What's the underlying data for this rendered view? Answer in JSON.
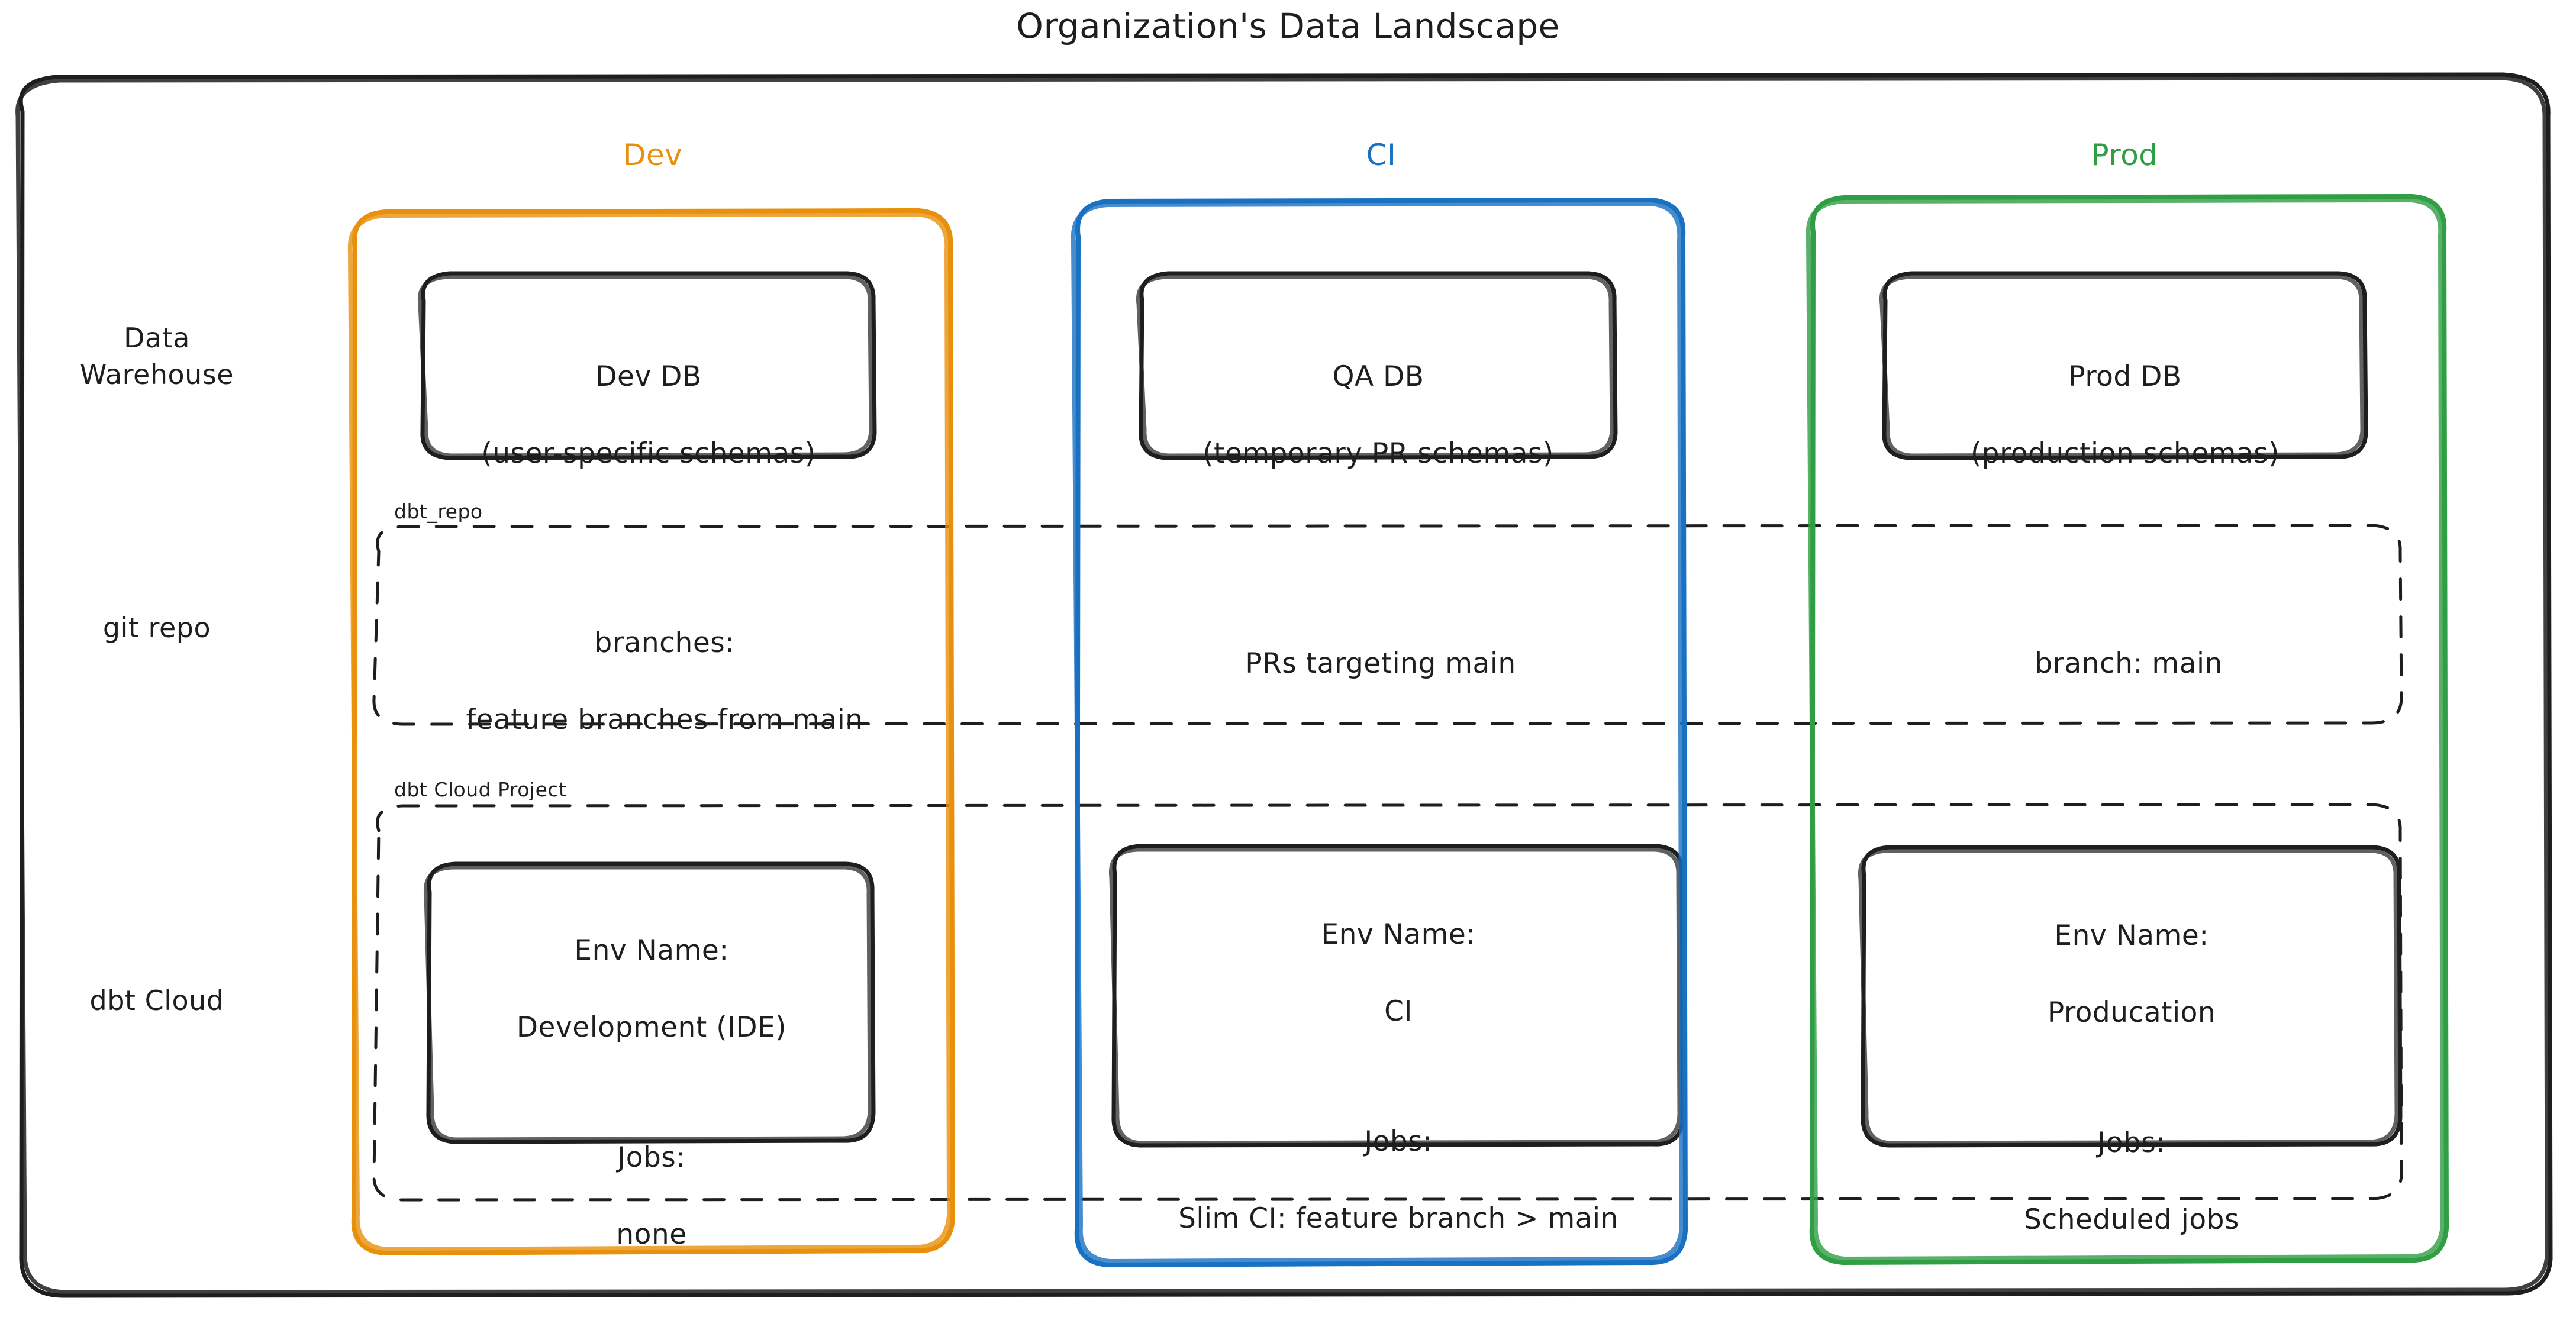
{
  "diagram": {
    "title": "Organization's Data Landscape",
    "colors": {
      "dev": "#e8900c",
      "ci": "#1971c2",
      "prod": "#2f9e44",
      "ink": "#1e1e1e",
      "dashed": "#1e1e1e",
      "background": "#ffffff"
    },
    "columns": [
      {
        "key": "dev",
        "label": "Dev",
        "color": "#e8900c"
      },
      {
        "key": "ci",
        "label": "CI",
        "color": "#1971c2"
      },
      {
        "key": "prod",
        "label": "Prod",
        "color": "#2f9e44"
      }
    ],
    "rows": [
      {
        "key": "warehouse",
        "label_line1": "Data",
        "label_line2": "Warehouse"
      },
      {
        "key": "git",
        "label_line1": "git repo",
        "label_line2": ""
      },
      {
        "key": "dbtcloud",
        "label_line1": "dbt Cloud",
        "label_line2": ""
      }
    ],
    "group_labels": {
      "git_repo": "dbt_repo",
      "dbt_cloud_project": "dbt Cloud Project"
    },
    "cells": {
      "warehouse": {
        "dev": {
          "line1": "Dev DB",
          "line2": "(user-specific schemas)"
        },
        "ci": {
          "line1": "QA DB",
          "line2": "(temporary PR schemas)"
        },
        "prod": {
          "line1": "Prod DB",
          "line2": "(production schemas)"
        }
      },
      "git": {
        "dev": {
          "line1": "branches:",
          "line2": "feature branches from main"
        },
        "ci": {
          "line1": "PRs targeting main",
          "line2": ""
        },
        "prod": {
          "line1": "branch: main",
          "line2": ""
        }
      },
      "dbtcloud": {
        "dev": {
          "env_label": "Env Name:",
          "env_value": "Development (IDE)",
          "jobs_label": "Jobs:",
          "jobs_value": "none"
        },
        "ci": {
          "env_label": "Env Name:",
          "env_value": "CI",
          "jobs_label": "Jobs:",
          "jobs_value": "Slim CI: feature branch > main"
        },
        "prod": {
          "env_label": "Env Name:",
          "env_value": "Producation",
          "jobs_label": "Jobs:",
          "jobs_value": "Scheduled jobs"
        }
      }
    }
  }
}
